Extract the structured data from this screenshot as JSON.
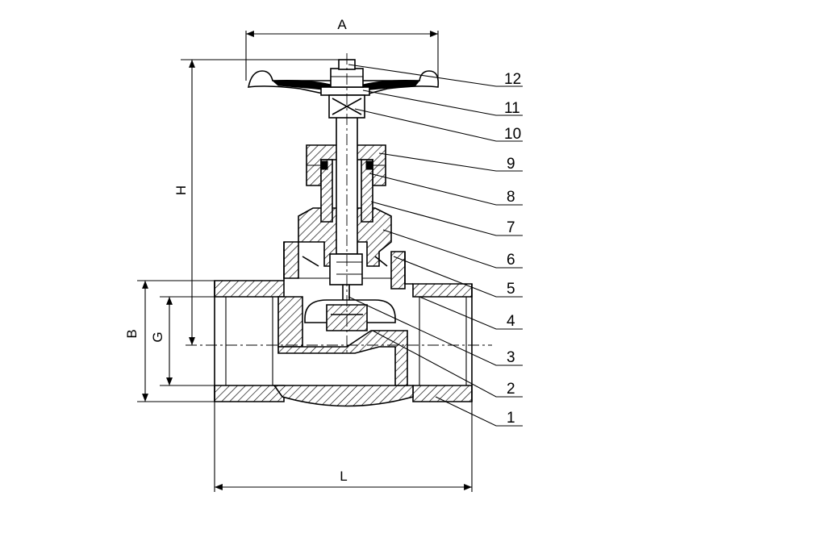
{
  "dimensions": {
    "A": "A",
    "H": "H",
    "B": "B",
    "G": "G",
    "L": "L"
  },
  "parts": [
    "12",
    "11",
    "10",
    "9",
    "8",
    "7",
    "6",
    "5",
    "4",
    "3",
    "2",
    "1"
  ]
}
